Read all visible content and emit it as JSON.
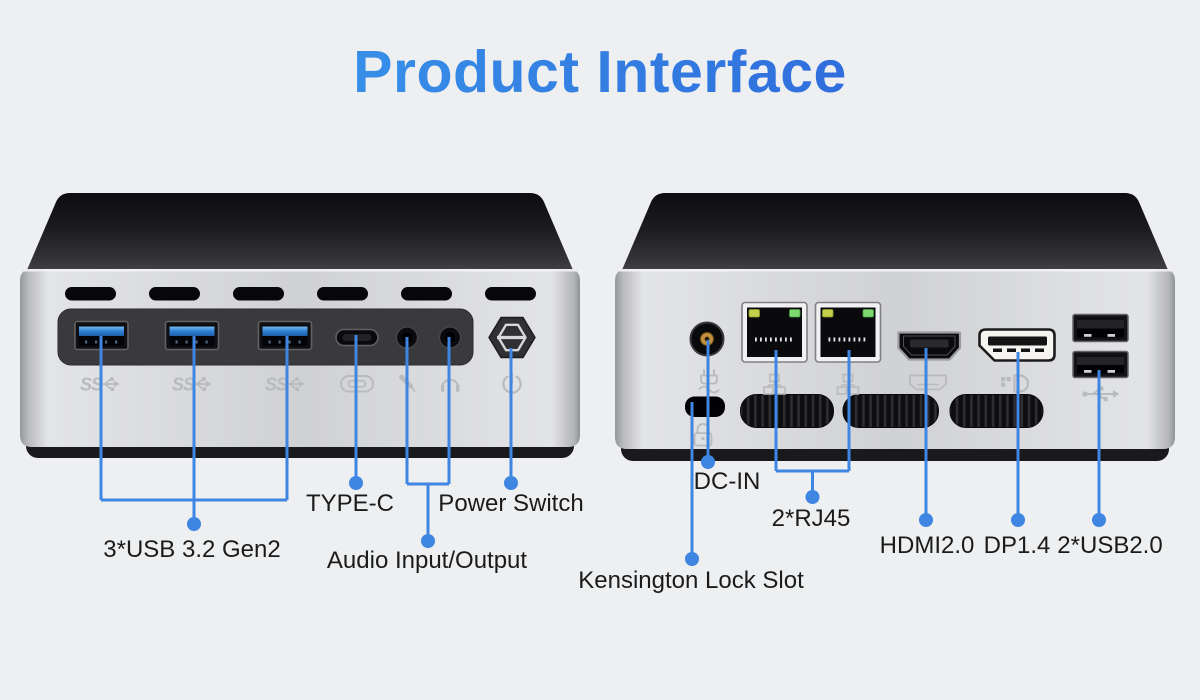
{
  "title": "Product Interface",
  "colors": {
    "background": "#EDEFF1",
    "accent_line": "#3E86E2",
    "title_gradient_start": "#3CA6EF",
    "title_gradient_end": "#2B57D5",
    "label_text": "#1B1B1B",
    "usb_port_blue": "#2F7FD2",
    "rj45_led_yellow": "#C4CF4A",
    "rj45_led_green": "#7FD771",
    "dc_pin_gold": "#C2913C"
  },
  "front_panel": {
    "callouts": {
      "usb3": "3*USB 3.2 Gen2",
      "type_c": "TYPE-C",
      "audio": "Audio Input/Output",
      "power": "Power Switch"
    },
    "icons": [
      "usb3-superspeed-icon",
      "usb3-superspeed-icon",
      "usb3-superspeed-icon",
      "type-c-icon",
      "mic-icon",
      "headphone-icon",
      "power-icon"
    ]
  },
  "back_panel": {
    "callouts": {
      "dc_in": "DC-IN",
      "rj45": "2*RJ45",
      "hdmi": "HDMI2.0",
      "dp": "DP1.4",
      "usb2": "2*USB2.0",
      "kensington": "Kensington Lock Slot"
    },
    "icons": [
      "dc-plug-icon",
      "kensington-lock-icon",
      "ethernet-icon",
      "ethernet-icon",
      "hdmi-icon",
      "displayport-icon",
      "usb-icon"
    ]
  }
}
